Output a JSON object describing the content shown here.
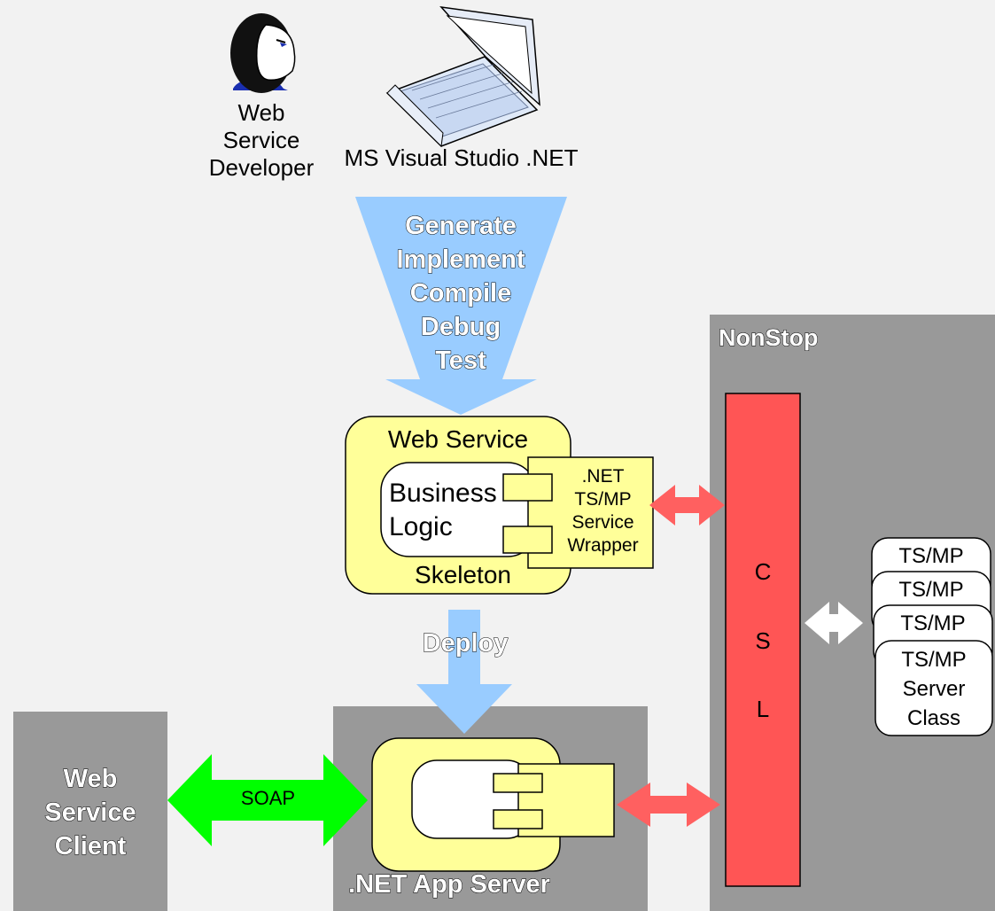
{
  "developer": {
    "label_lines": [
      "Web",
      "Service",
      "Developer"
    ],
    "icon": "person-icon"
  },
  "ide": {
    "label": "MS Visual Studio .NET",
    "icon": "laptop-icon"
  },
  "funnel": {
    "steps": [
      "Generate",
      "Implement",
      "Compile",
      "Debug",
      "Test"
    ]
  },
  "web_service": {
    "title": "Web Service",
    "business_logic_lines": [
      "Business",
      "Logic"
    ],
    "skeleton": "Skeleton",
    "wrapper_lines": [
      ".NET",
      "TS/MP",
      "Service",
      "Wrapper"
    ]
  },
  "deploy": {
    "label": "Deploy"
  },
  "client": {
    "label_lines": [
      "Web",
      "Service",
      "Client"
    ]
  },
  "soap": {
    "label": "SOAP"
  },
  "app_server": {
    "label": ".NET App Server"
  },
  "nonstop": {
    "label": "NonStop",
    "csl_letters": [
      "C",
      "S",
      "L"
    ],
    "tsmp_stack": [
      "TS/MP",
      "TS/MP",
      "TS/MP"
    ],
    "server_class_lines": [
      "TS/MP",
      "Server",
      "Class"
    ]
  },
  "colors": {
    "background": "#f2f2f2",
    "panel_grey": "#999999",
    "funnel_blue": "#99ccff",
    "component_yellow": "#ffff99",
    "csl_red": "#ff5555",
    "soap_green": "#00ff00",
    "arrow_red": "#ff5f5f"
  }
}
